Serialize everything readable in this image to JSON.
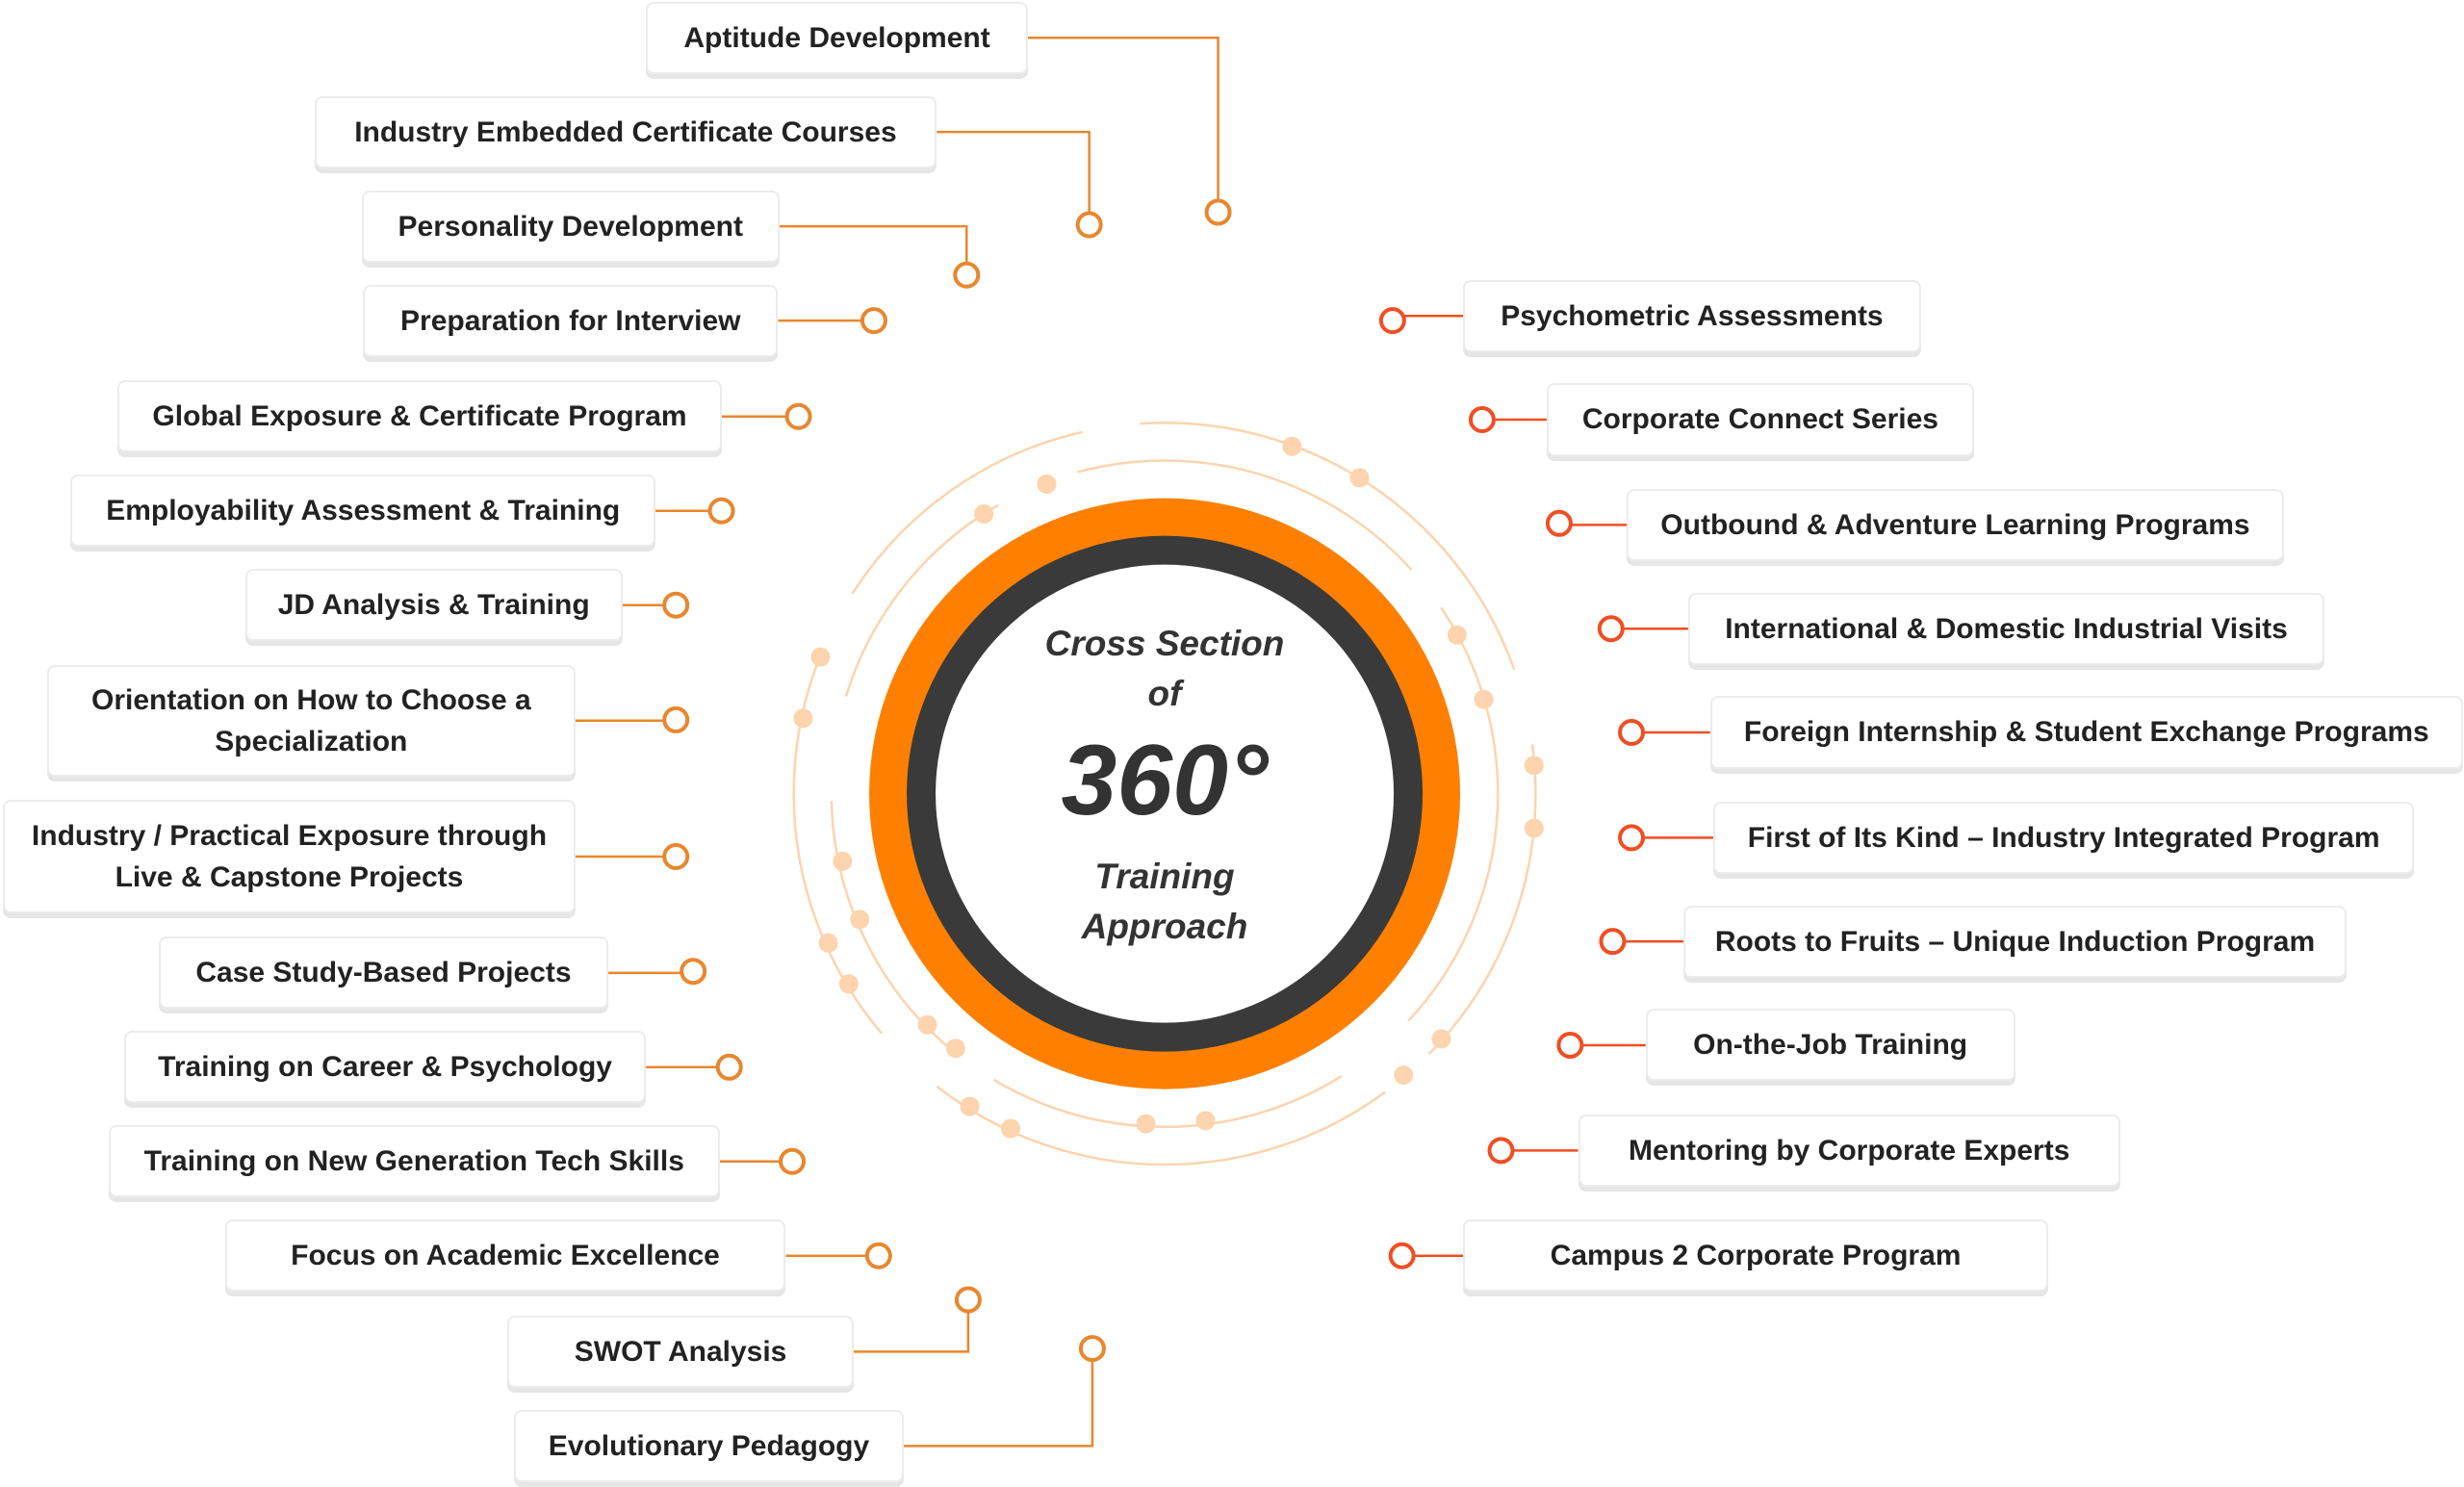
{
  "center": {
    "line1": "Cross Section",
    "line2": "of",
    "big": "360°",
    "line3": "Training",
    "line4": "Approach"
  },
  "colors": {
    "ring_outer": "#ff8000",
    "ring_inner": "#3a3a3a",
    "left_connector": "#e8872e",
    "right_connector": "#f04e23",
    "decor": "#fdd4ad"
  },
  "left_items": [
    "Aptitude Development",
    "Industry Embedded Certificate Courses",
    "Personality Development",
    "Preparation for Interview",
    "Global Exposure & Certificate Program",
    "Employability Assessment & Training",
    "JD Analysis & Training",
    "Orientation on How to Choose a Specialization",
    "Industry / Practical Exposure through Live & Capstone Projects",
    "Case Study-Based Projects",
    "Training on Career & Psychology",
    "Training on New Generation Tech Skills",
    "Focus on Academic Excellence",
    "SWOT Analysis",
    "Evolutionary Pedagogy"
  ],
  "right_items": [
    "Psychometric Assessments",
    "Corporate Connect Series",
    "Outbound & Adventure Learning Programs",
    "International & Domestic Industrial Visits",
    "Foreign Internship & Student Exchange Programs",
    "First of Its Kind – Industry Integrated Program",
    "Roots to Fruits – Unique Induction Program",
    "On-the-Job Training",
    "Mentoring by Corporate Experts",
    "Campus 2 Corporate Program"
  ]
}
